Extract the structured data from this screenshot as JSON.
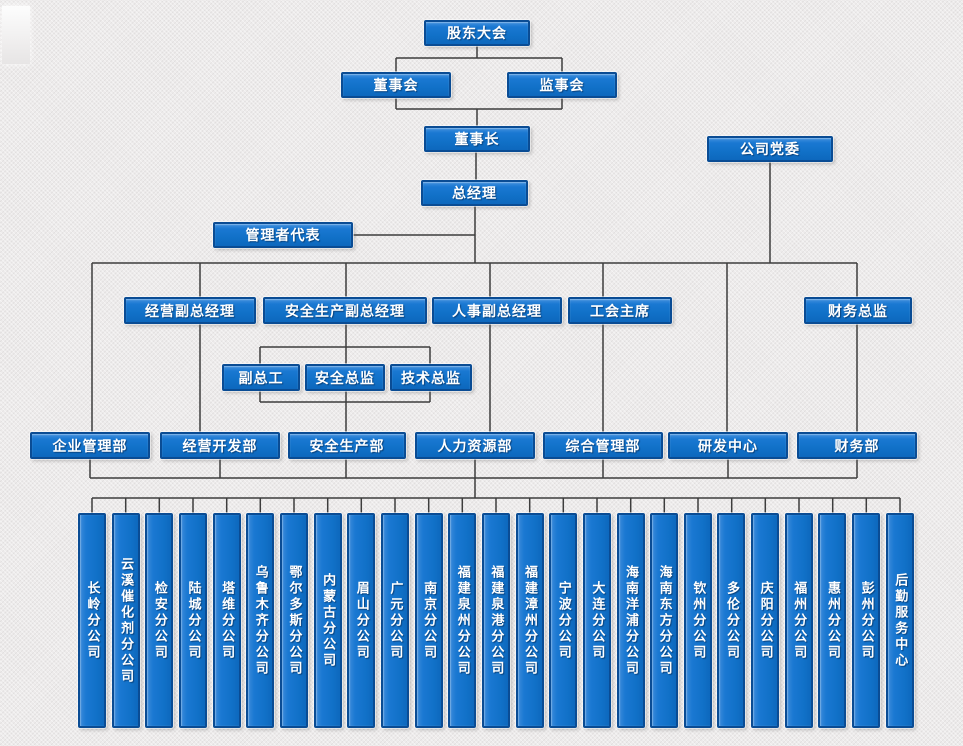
{
  "diagram": {
    "kind": "org-chart",
    "colors": {
      "box_fill": "#1171c8",
      "box_border": "#0a4c94",
      "box_text": "#ffffff",
      "connector": "#3d3d3d",
      "background": "#edebeb"
    }
  },
  "nodes": {
    "shareholders_meeting": "股东大会",
    "board_of_directors": "董事会",
    "supervisory_board": "监事会",
    "chairman": "董事长",
    "party_committee": "公司党委",
    "general_manager": "总经理",
    "management_representative": "管理者代表",
    "vp_operations": "经营副总经理",
    "vp_safety_production": "安全生产副总经理",
    "vp_hr": "人事副总经理",
    "union_chairman": "工会主席",
    "finance_director": "财务总监",
    "deputy_chief_engineer": "副总工",
    "safety_director": "安全总监",
    "technology_director": "技术总监",
    "dept_enterprise_mgmt": "企业管理部",
    "dept_business_dev": "经营开发部",
    "dept_safety_production": "安全生产部",
    "dept_human_resources": "人力资源部",
    "dept_general_mgmt": "综合管理部",
    "dept_rd_center": "研发中心",
    "dept_finance": "财务部"
  },
  "branches": [
    {
      "label": "长岭分公司"
    },
    {
      "label": "云溪催化剂分公司"
    },
    {
      "label": "检安分公司"
    },
    {
      "label": "陆城分公司"
    },
    {
      "label": "塔维分公司"
    },
    {
      "label": "乌鲁木齐分公司"
    },
    {
      "label": "鄂尔多斯分公司"
    },
    {
      "label": "内蒙古分公司"
    },
    {
      "label": "眉山分公司"
    },
    {
      "label": "广元分公司"
    },
    {
      "label": "南京分公司"
    },
    {
      "label": "福建泉州分公司"
    },
    {
      "label": "福建泉港分公司"
    },
    {
      "label": "福建漳州分公司"
    },
    {
      "label": "宁波分公司"
    },
    {
      "label": "大连分公司"
    },
    {
      "label": "海南洋浦分公司"
    },
    {
      "label": "海南东方分公司"
    },
    {
      "label": "钦州分公司"
    },
    {
      "label": "多伦分公司"
    },
    {
      "label": "庆阳分公司"
    },
    {
      "label": "福州分公司"
    },
    {
      "label": "惠州分公司"
    },
    {
      "label": "彭州分公司"
    },
    {
      "label": "后勤服务中心"
    }
  ]
}
